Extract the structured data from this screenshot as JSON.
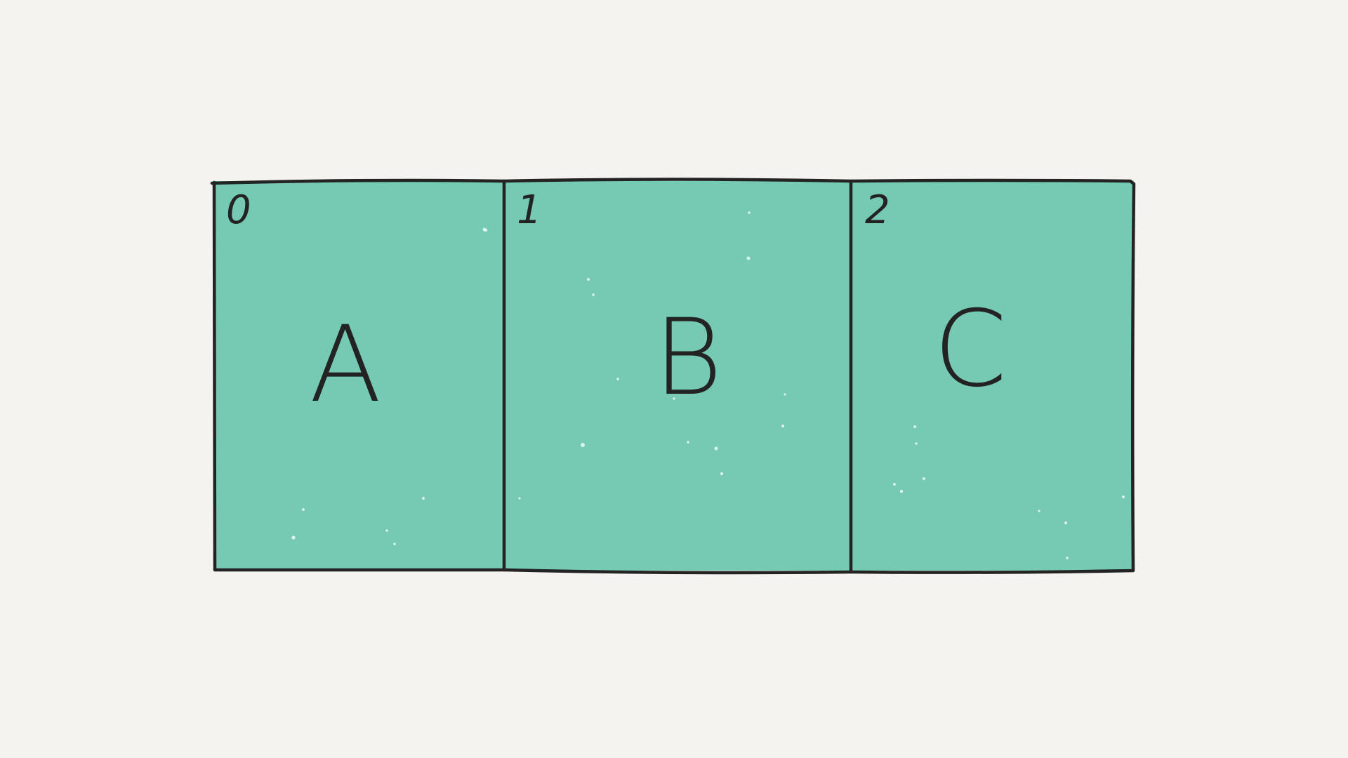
{
  "diagram": {
    "cells": [
      {
        "index": "0",
        "value": "A"
      },
      {
        "index": "1",
        "value": "B"
      },
      {
        "index": "2",
        "value": "C"
      }
    ],
    "colors": {
      "background": "#f4f3ef",
      "cell_fill": "#76c9b2",
      "stroke": "#232323"
    }
  }
}
